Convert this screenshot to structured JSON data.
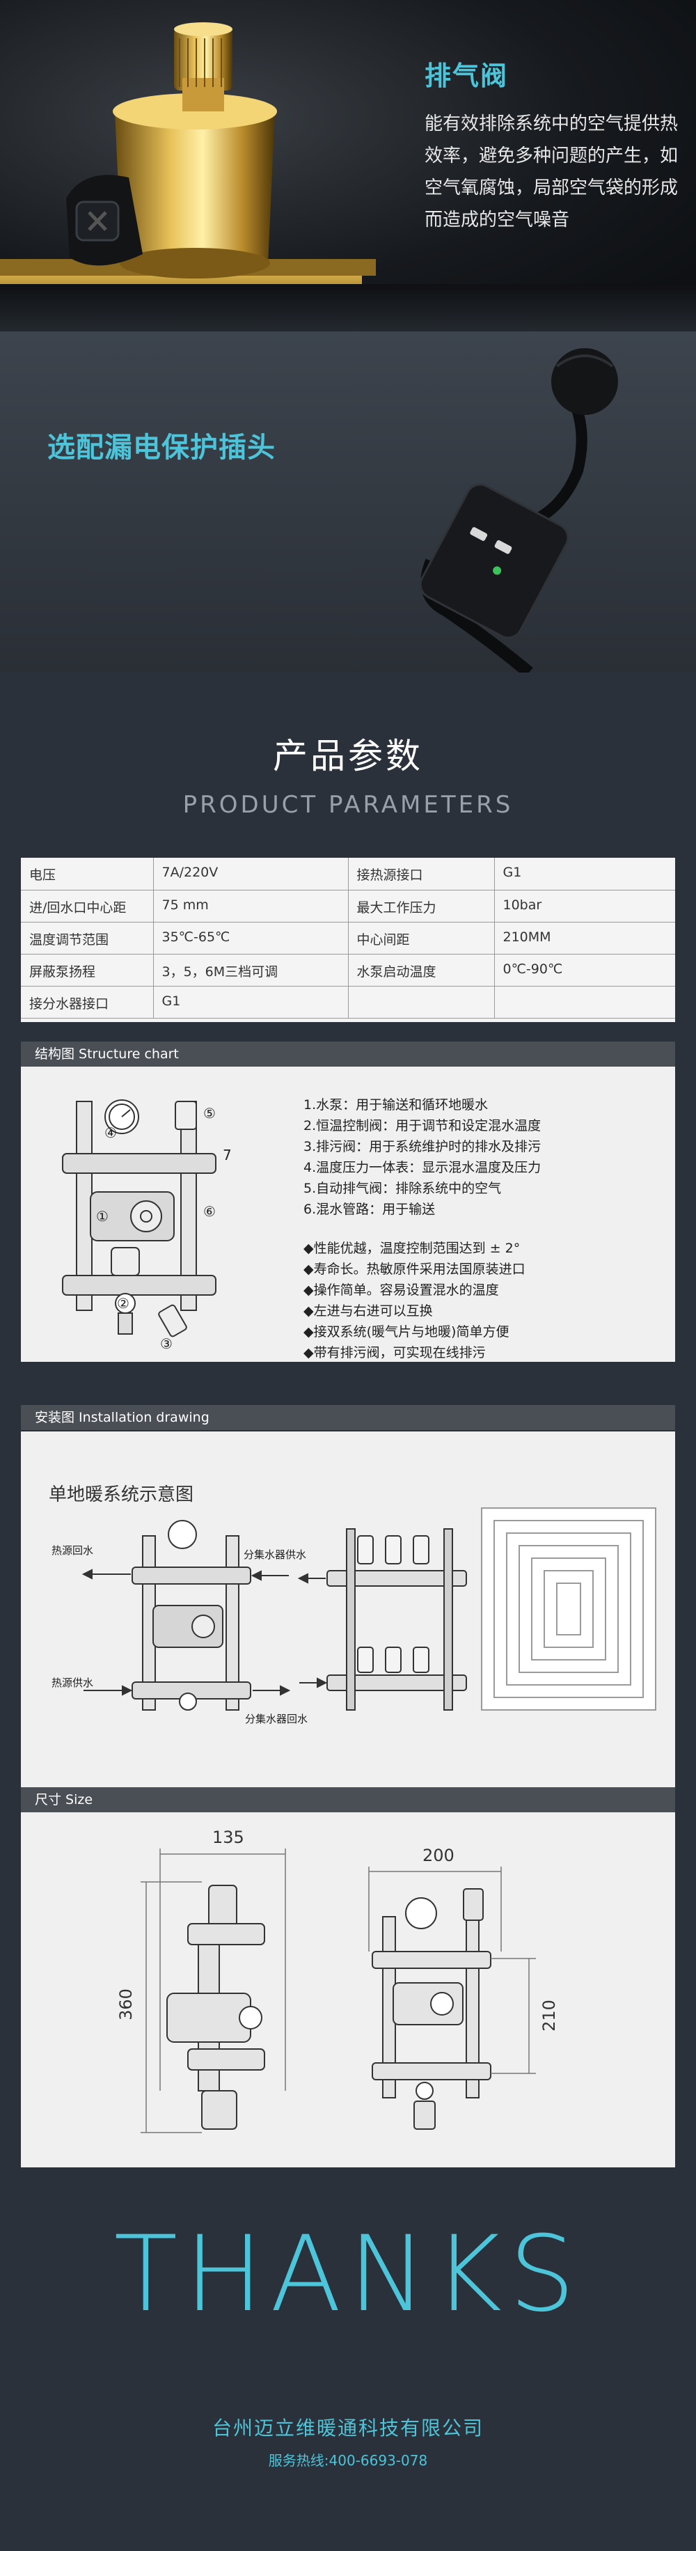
{
  "vent": {
    "title": "排气阀",
    "desc": "能有效排除系统中的空气提供热效率，避免多种问题的产生，如空气氧腐蚀，局部空气袋的形成而造成的空气噪音"
  },
  "plug": {
    "title": "选配漏电保护插头"
  },
  "params": {
    "title_cn": "产品参数",
    "title_en": "PRODUCT PARAMETERS",
    "rows": [
      {
        "k1": "电压",
        "v1": "7A/220V",
        "k2": "接热源接口",
        "v2": "G1"
      },
      {
        "k1": "进/回水口中心距",
        "v1": "75 mm",
        "k2": "最大工作压力",
        "v2": "10bar"
      },
      {
        "k1": "温度调节范围",
        "v1": "35℃-65℃",
        "k2": "中心间距",
        "v2": "210MM"
      },
      {
        "k1": "屏蔽泵扬程",
        "v1": "3，5，6M三档可调",
        "k2": "水泵启动温度",
        "v2": "0℃-90℃"
      },
      {
        "k1": "接分水器接口",
        "v1": "G1",
        "k2": "",
        "v2": ""
      }
    ]
  },
  "structure": {
    "header": "结构图 Structure chart",
    "parts": [
      "1.水泵：用于输送和循环地暖水",
      "2.恒温控制阀：用于调节和设定混水温度",
      "3.排污阀：用于系统维护时的排水及排污",
      "4.温度压力一体表：显示混水温度及压力",
      "5.自动排气阀：排除系统中的空气",
      "6.混水管路：用于输送"
    ],
    "features": [
      "◆性能优越，温度控制范围达到 ± 2°",
      "◆寿命长。热敏原件采用法国原装进口",
      "◆操作简单。容易设置混水的温度",
      "◆左进与右进可以互换",
      "◆接双系统(暖气片与地暖)简单方便",
      "◆带有排污阀，可实现在线排污"
    ],
    "callouts": [
      "①",
      "②",
      "③",
      "④",
      "⑤",
      "⑥",
      "7"
    ]
  },
  "install": {
    "header": "安装图 Installation drawing",
    "title": "单地暖系统示意图",
    "labels": {
      "heat_return": "热源回水",
      "heat_supply": "热源供水",
      "manifold_supply": "分集水器供水",
      "manifold_return": "分集水器回水"
    }
  },
  "size": {
    "header": "尺寸 Size",
    "dims": {
      "width_left": "135",
      "height_left": "360",
      "width_right": "200",
      "height_right": "210"
    }
  },
  "thanks": {
    "text": "THANKS",
    "company": "台州迈立维暖通科技有限公司",
    "hotline": "服务热线:400-6693-078"
  },
  "colors": {
    "accent": "#4cc4d9",
    "bg_dark": "#2b313a",
    "panel": "#f0f0f0",
    "strip": "#4a4f56"
  }
}
